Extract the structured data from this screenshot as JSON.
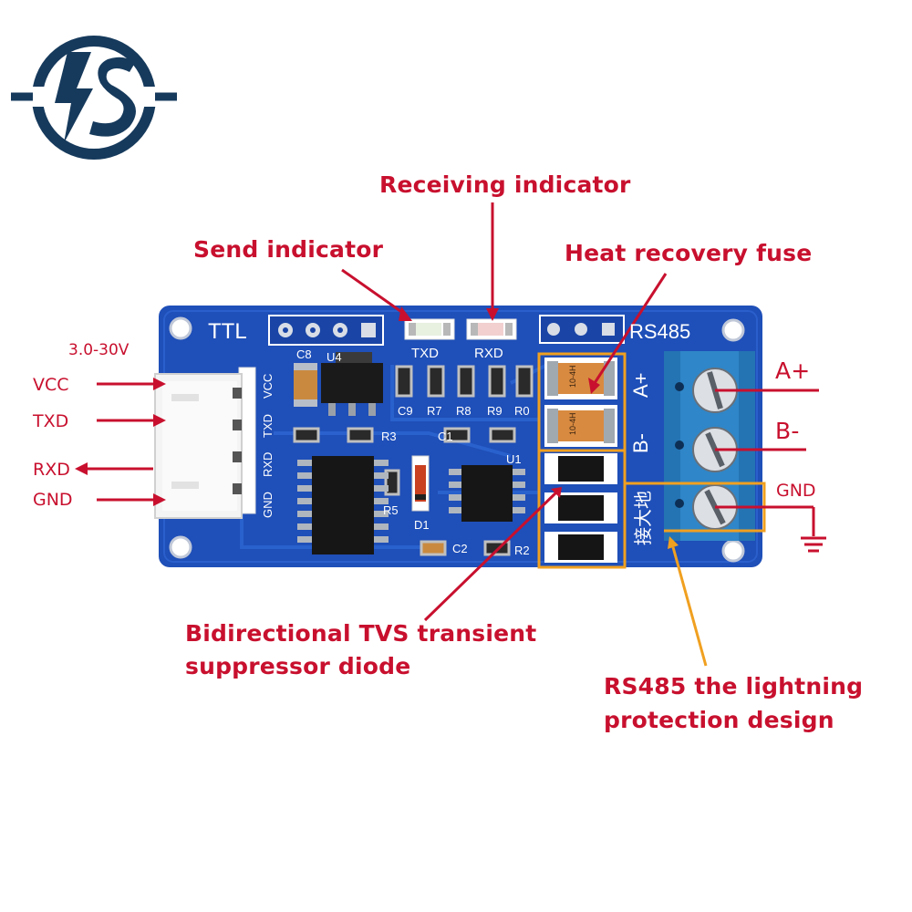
{
  "logo": {
    "icon": "lightning-s-logo-icon",
    "color": "#163a5c"
  },
  "colors": {
    "board": "#1f4fb8",
    "callout": "#c8102e",
    "highlight": "#f0a020",
    "terminal": "#2f86c8"
  },
  "callouts": {
    "receiving_indicator": "Receiving indicator",
    "send_indicator": "Send indicator",
    "heat_recovery_fuse": "Heat recovery fuse",
    "tvs_line1": "Bidirectional TVS transient",
    "tvs_line2": "suppressor diode",
    "lightning_line1": "RS485 the lightning",
    "lightning_line2": "protection design"
  },
  "left_pins": {
    "voltage": "3.0-30V",
    "vcc": "VCC",
    "txd": "TXD",
    "rxd": "RXD",
    "gnd": "GND"
  },
  "right_pins": {
    "a_plus": "A+",
    "b_minus": "B-",
    "gnd": "GND"
  },
  "board": {
    "ttl": "TTL",
    "rs485": "RS485",
    "txd_led": "TXD",
    "rxd_led": "RXD",
    "header_pins": [
      "GND",
      "RXD",
      "TXD",
      "VCC"
    ],
    "a_plus": "A+",
    "b_minus": "B-",
    "ground_cn": "接大地",
    "refs": {
      "c8": "C8",
      "u4": "U4",
      "c9": "C9",
      "r7": "R7",
      "r8": "R8",
      "r9": "R9",
      "r0": "R0",
      "r3": "R3",
      "c1": "C1",
      "u1": "U1",
      "r5": "R5",
      "d1": "D1",
      "c2": "C2",
      "r2": "R2"
    },
    "fuse_marks": [
      "10-4H",
      "10-4H"
    ]
  }
}
